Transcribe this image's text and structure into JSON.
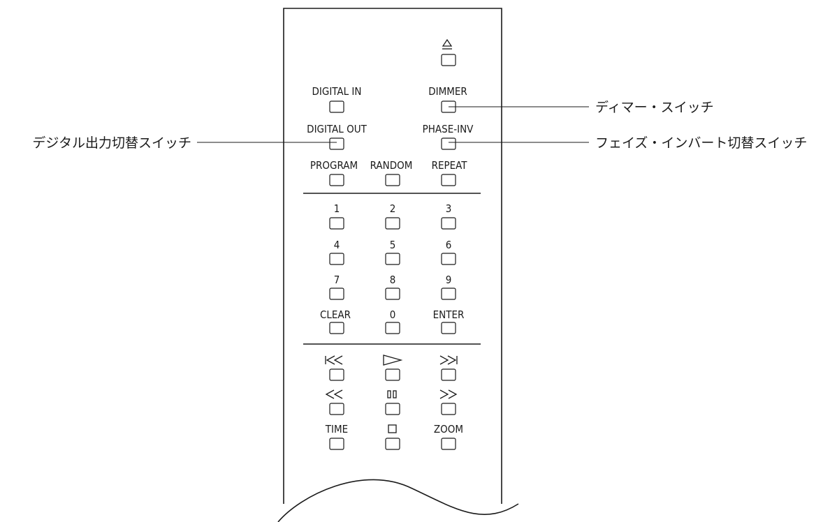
{
  "remote": {
    "buttons": {
      "eject": "eject-icon",
      "digital_in": "DIGITAL IN",
      "dimmer": "DIMMER",
      "digital_out": "DIGITAL OUT",
      "phase_inv": "PHASE-INV",
      "program": "PROGRAM",
      "random": "RANDOM",
      "repeat": "REPEAT",
      "num1": "1",
      "num2": "2",
      "num3": "3",
      "num4": "4",
      "num5": "5",
      "num6": "6",
      "num7": "7",
      "num8": "8",
      "num9": "9",
      "clear": "CLEAR",
      "num0": "0",
      "enter": "ENTER",
      "skip_back": "skip-back-icon",
      "play": "play-icon",
      "skip_forward": "skip-forward-icon",
      "rewind": "rewind-icon",
      "pause": "pause-icon",
      "fast_forward": "fast-forward-icon",
      "time": "TIME",
      "stop": "stop-icon",
      "zoom": "ZOOM"
    }
  },
  "callouts": {
    "dimmer_switch": "ディマー・スイッチ",
    "digital_output_switch": "デジタル出力切替スイッチ",
    "phase_invert_switch": "フェイズ・インバート切替スイッチ"
  }
}
